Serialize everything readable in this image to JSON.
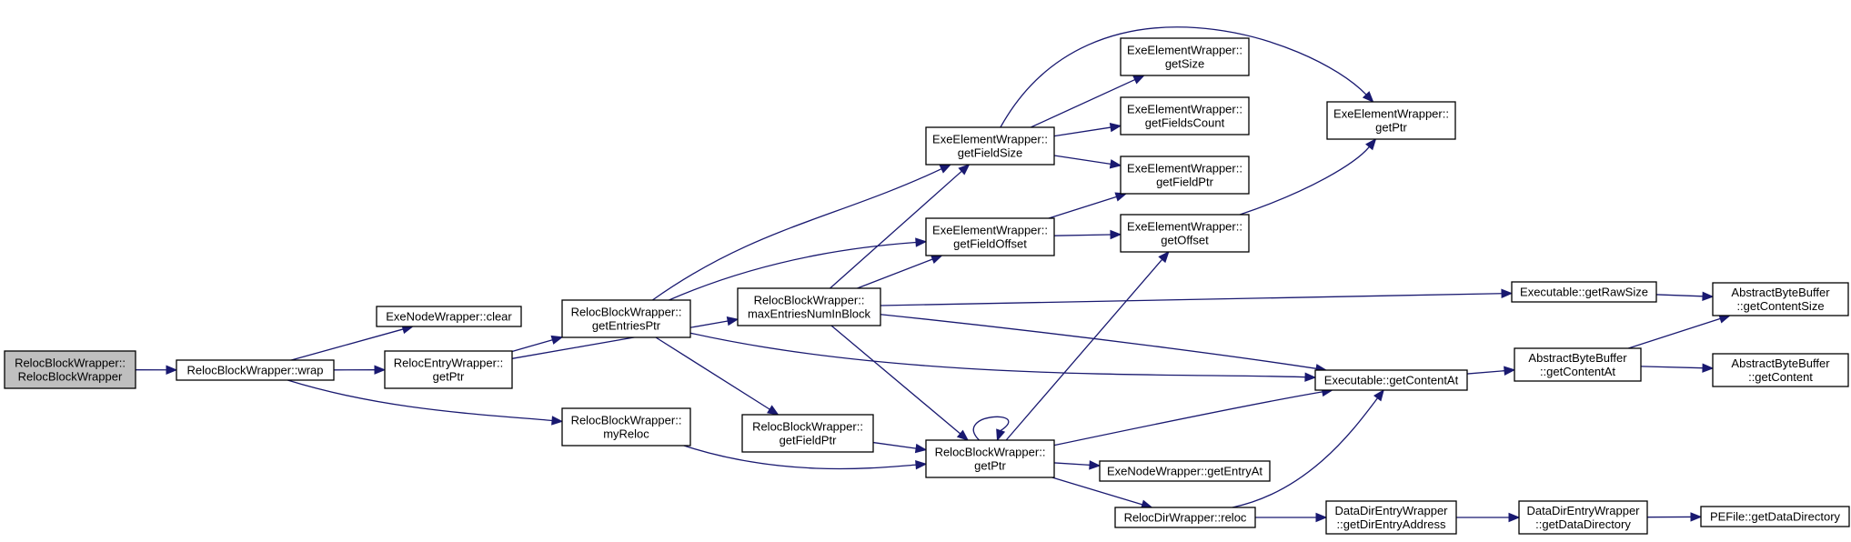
{
  "diagram": {
    "nodes": [
      {
        "id": "root",
        "lines": [
          "RelocBlockWrapper::",
          "RelocBlockWrapper"
        ],
        "highlight": true
      },
      {
        "id": "wrap",
        "lines": [
          "RelocBlockWrapper::wrap"
        ]
      },
      {
        "id": "clear",
        "lines": [
          "ExeNodeWrapper::clear"
        ]
      },
      {
        "id": "entryGetPtr",
        "lines": [
          "RelocEntryWrapper::",
          "getPtr"
        ]
      },
      {
        "id": "myReloc",
        "lines": [
          "RelocBlockWrapper::",
          "myReloc"
        ]
      },
      {
        "id": "getEntriesPtr",
        "lines": [
          "RelocBlockWrapper::",
          "getEntriesPtr"
        ]
      },
      {
        "id": "maxEntries",
        "lines": [
          "RelocBlockWrapper::",
          "maxEntriesNumInBlock"
        ]
      },
      {
        "id": "getFieldPtrRB",
        "lines": [
          "RelocBlockWrapper::",
          "getFieldPtr"
        ]
      },
      {
        "id": "getFieldSize",
        "lines": [
          "ExeElementWrapper::",
          "getFieldSize"
        ]
      },
      {
        "id": "getFieldOffset",
        "lines": [
          "ExeElementWrapper::",
          "getFieldOffset"
        ]
      },
      {
        "id": "rbGetPtr",
        "lines": [
          "RelocBlockWrapper::",
          "getPtr"
        ]
      },
      {
        "id": "getSize",
        "lines": [
          "ExeElementWrapper::",
          "getSize"
        ]
      },
      {
        "id": "getFieldsCount",
        "lines": [
          "ExeElementWrapper::",
          "getFieldsCount"
        ]
      },
      {
        "id": "eeGetFieldPtr",
        "lines": [
          "ExeElementWrapper::",
          "getFieldPtr"
        ]
      },
      {
        "id": "getOffset",
        "lines": [
          "ExeElementWrapper::",
          "getOffset"
        ]
      },
      {
        "id": "getEntryAt",
        "lines": [
          "ExeNodeWrapper::getEntryAt"
        ]
      },
      {
        "id": "reloc",
        "lines": [
          "RelocDirWrapper::reloc"
        ]
      },
      {
        "id": "eeGetPtr",
        "lines": [
          "ExeElementWrapper::",
          "getPtr"
        ]
      },
      {
        "id": "getRawSize",
        "lines": [
          "Executable::getRawSize"
        ]
      },
      {
        "id": "getContentAt",
        "lines": [
          "Executable::getContentAt"
        ]
      },
      {
        "id": "getDirEntryAddress",
        "lines": [
          "DataDirEntryWrapper",
          "::getDirEntryAddress"
        ]
      },
      {
        "id": "abGetContentAt",
        "lines": [
          "AbstractByteBuffer",
          "::getContentAt"
        ]
      },
      {
        "id": "getDataDirectoryDD",
        "lines": [
          "DataDirEntryWrapper",
          "::getDataDirectory"
        ]
      },
      {
        "id": "getContentSize",
        "lines": [
          "AbstractByteBuffer",
          "::getContentSize"
        ]
      },
      {
        "id": "getContent",
        "lines": [
          "AbstractByteBuffer",
          "::getContent"
        ]
      },
      {
        "id": "peGetDataDirectory",
        "lines": [
          "PEFile::getDataDirectory"
        ]
      }
    ],
    "edges": [
      [
        "root",
        "wrap"
      ],
      [
        "wrap",
        "clear"
      ],
      [
        "wrap",
        "entryGetPtr"
      ],
      [
        "wrap",
        "myReloc"
      ],
      [
        "entryGetPtr",
        "getEntriesPtr"
      ],
      [
        "entryGetPtr",
        "maxEntries"
      ],
      [
        "getEntriesPtr",
        "getFieldSize"
      ],
      [
        "getEntriesPtr",
        "getFieldOffset"
      ],
      [
        "getEntriesPtr",
        "getFieldPtrRB"
      ],
      [
        "getEntriesPtr",
        "getContentAt"
      ],
      [
        "maxEntries",
        "getFieldSize"
      ],
      [
        "maxEntries",
        "getFieldOffset"
      ],
      [
        "maxEntries",
        "rbGetPtr"
      ],
      [
        "maxEntries",
        "getRawSize"
      ],
      [
        "maxEntries",
        "getContentAt"
      ],
      [
        "myReloc",
        "rbGetPtr"
      ],
      [
        "getFieldPtrRB",
        "rbGetPtr"
      ],
      [
        "getFieldSize",
        "getSize"
      ],
      [
        "getFieldSize",
        "getFieldsCount"
      ],
      [
        "getFieldSize",
        "eeGetFieldPtr"
      ],
      [
        "getFieldSize",
        "eeGetPtr"
      ],
      [
        "getFieldOffset",
        "eeGetFieldPtr"
      ],
      [
        "getFieldOffset",
        "getOffset"
      ],
      [
        "rbGetPtr",
        "rbGetPtr"
      ],
      [
        "rbGetPtr",
        "getOffset"
      ],
      [
        "rbGetPtr",
        "getContentAt"
      ],
      [
        "rbGetPtr",
        "getEntryAt"
      ],
      [
        "rbGetPtr",
        "reloc"
      ],
      [
        "getOffset",
        "eeGetPtr"
      ],
      [
        "reloc",
        "getContentAt"
      ],
      [
        "reloc",
        "getDirEntryAddress"
      ],
      [
        "getDirEntryAddress",
        "getDataDirectoryDD"
      ],
      [
        "getDataDirectoryDD",
        "peGetDataDirectory"
      ],
      [
        "getRawSize",
        "getContentSize"
      ],
      [
        "getContentAt",
        "abGetContentAt"
      ],
      [
        "abGetContentAt",
        "getContentSize"
      ],
      [
        "abGetContentAt",
        "getContent"
      ]
    ]
  }
}
